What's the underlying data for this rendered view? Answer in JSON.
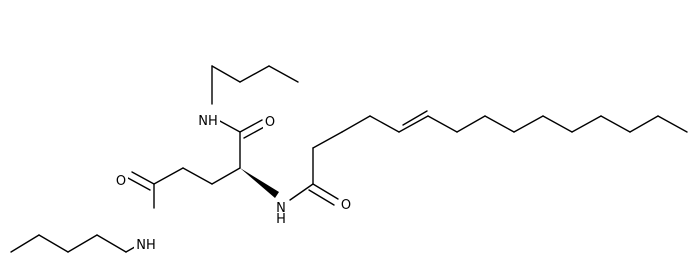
{
  "atoms": {
    "nh_top": "NH",
    "o_top": "O",
    "nh_mid": "N",
    "h_mid": "H",
    "o_mid": "O",
    "o_left": "O",
    "nh_bottom": "NH"
  },
  "colors": {
    "bond": "#000000",
    "label": "#000000",
    "background": "#ffffff"
  }
}
